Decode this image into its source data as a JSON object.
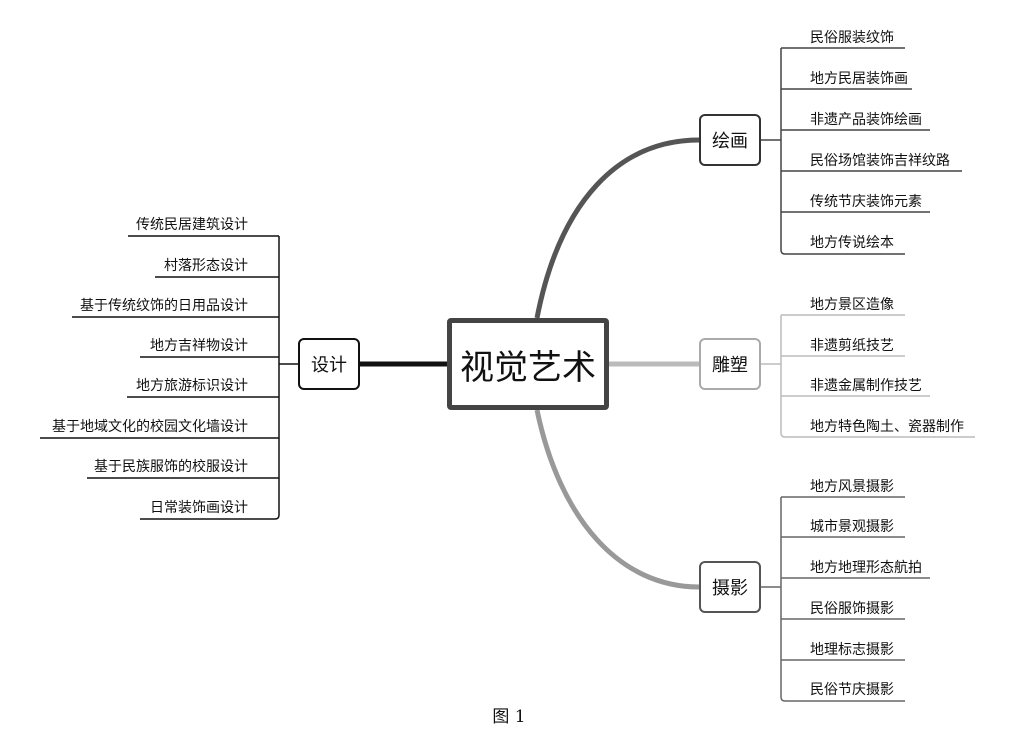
{
  "center": {
    "label": "视觉艺术"
  },
  "branches": {
    "huihua": {
      "label": "绘画",
      "items": [
        "民俗服装纹饰",
        "地方民居装饰画",
        "非遗产品装饰绘画",
        "民俗场馆装饰吉祥纹路",
        "传统节庆装饰元素",
        "地方传说绘本"
      ]
    },
    "diaosu": {
      "label": "雕塑",
      "items": [
        "地方景区造像",
        "非遗剪纸技艺",
        "非遗金属制作技艺",
        "地方特色陶土、瓷器制作"
      ]
    },
    "sheying": {
      "label": "摄影",
      "items": [
        "地方风景摄影",
        "城市景观摄影",
        "地方地理形态航拍",
        "民俗服饰摄影",
        "地理标志摄影",
        "民俗节庆摄影"
      ]
    },
    "sheji": {
      "label": "设计",
      "items": [
        "传统民居建筑设计",
        "村落形态设计",
        "基于传统纹饰的日用品设计",
        "地方吉祥物设计",
        "地方旅游标识设计",
        "基于地域文化的校园文化墙设计",
        "基于民族服饰的校服设计",
        "日常装饰画设计"
      ]
    }
  },
  "caption": "图 1",
  "colors": {
    "huihua_line": "#555555",
    "diaosu_line": "#bbbbbb",
    "sheying_line": "#999999",
    "sheji_line": "#111111"
  }
}
